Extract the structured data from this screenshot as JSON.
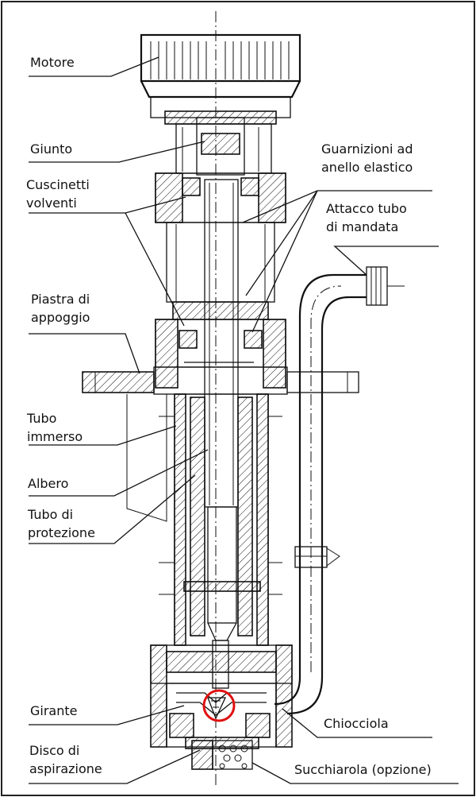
{
  "labels": {
    "motore": "Motore",
    "giunto": "Giunto",
    "cuscinetti_1": "Cuscinetti",
    "cuscinetti_2": "volventi",
    "guarnizioni_1": "Guarnizioni ad",
    "guarnizioni_2": "anello elastico",
    "attacco_1": "Attacco tubo",
    "attacco_2": "di mandata",
    "piastra_1": "Piastra di",
    "piastra_2": "appoggio",
    "tubo_immerso_1": "Tubo",
    "tubo_immerso_2": "immerso",
    "albero": "Albero",
    "tubo_protezione_1": "Tubo di",
    "tubo_protezione_2": "protezione",
    "girante": "Girante",
    "chiocciola": "Chiocciola",
    "disco_1": "Disco di",
    "disco_2": "aspirazione",
    "succhiarola": "Succhiarola (opzione)"
  },
  "colors": {
    "line": "#111111",
    "highlight": "#e01010",
    "border": "#222222"
  }
}
